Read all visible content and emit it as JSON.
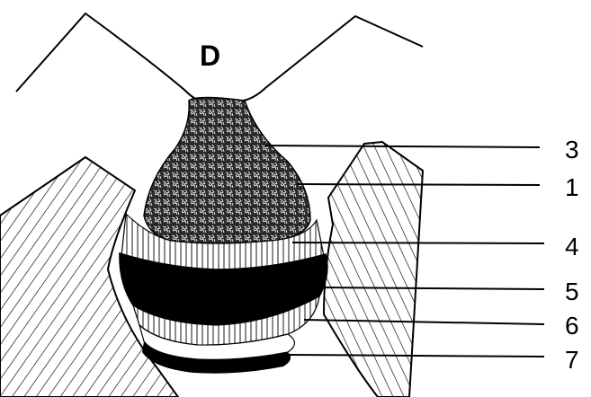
{
  "diagram": {
    "title_letter": "D",
    "labels": [
      {
        "id": "label-3",
        "text": "3"
      },
      {
        "id": "label-1",
        "text": "1"
      },
      {
        "id": "label-4",
        "text": "4"
      },
      {
        "id": "label-5",
        "text": "5"
      },
      {
        "id": "label-6",
        "text": "6"
      },
      {
        "id": "label-7",
        "text": "7"
      }
    ],
    "colors": {
      "ink": "#000000",
      "paper": "#ffffff"
    }
  }
}
